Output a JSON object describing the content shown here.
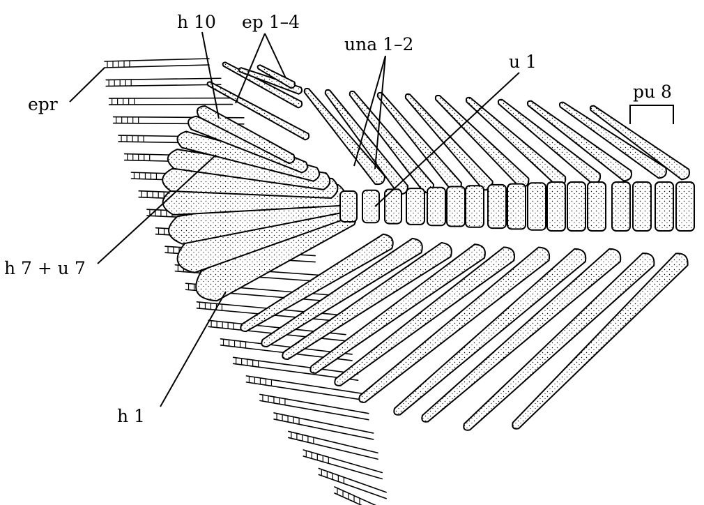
{
  "figure": {
    "labels": {
      "h10": "h 10",
      "ep": "ep 1–4",
      "una": "una 1–2",
      "u1": "u 1",
      "pu8": "pu 8",
      "epr": "epr",
      "h7u7": "h 7 + u 7",
      "h1": "h 1"
    }
  }
}
